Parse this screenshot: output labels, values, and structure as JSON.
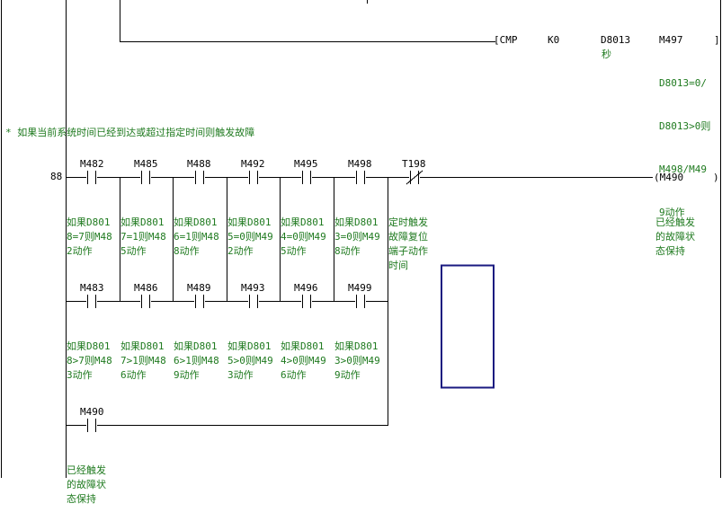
{
  "colors": {
    "background": "#ffffff",
    "wire": "#000000",
    "comment": "#1f7a1f",
    "selection": "#1a1a80"
  },
  "rung1": {
    "instruction": "[CMP",
    "op1": "K0",
    "op2": "D8013",
    "op2_comment": "秒",
    "op3": "M497",
    "op3_comment": [
      "D8013=0/",
      "D8013>0则",
      "M498/M49",
      "9动作"
    ],
    "close_bracket": "]"
  },
  "rung2": {
    "statement": "* 如果当前系统时间已经到达或超过指定时间则触发故障",
    "step": "88",
    "row1": [
      {
        "device": "M482",
        "comment": [
          "如果D801",
          "8=7则M48",
          "2动作"
        ]
      },
      {
        "device": "M485",
        "comment": [
          "如果D801",
          "7=1则M48",
          "5动作"
        ]
      },
      {
        "device": "M488",
        "comment": [
          "如果D801",
          "6=1则M48",
          "8动作"
        ]
      },
      {
        "device": "M492",
        "comment": [
          "如果D801",
          "5=0则M49",
          "2动作"
        ]
      },
      {
        "device": "M495",
        "comment": [
          "如果D801",
          "4=0则M49",
          "5动作"
        ]
      },
      {
        "device": "M498",
        "comment": [
          "如果D801",
          "3=0则M49",
          "8动作"
        ]
      }
    ],
    "row2": [
      {
        "device": "M483",
        "comment": [
          "如果D801",
          "8>7则M48",
          "3动作"
        ]
      },
      {
        "device": "M486",
        "comment": [
          "如果D801",
          "7>1则M48",
          "6动作"
        ]
      },
      {
        "device": "M489",
        "comment": [
          "如果D801",
          "6>1则M48",
          "9动作"
        ]
      },
      {
        "device": "M493",
        "comment": [
          "如果D801",
          "5>0则M49",
          "3动作"
        ]
      },
      {
        "device": "M496",
        "comment": [
          "如果D801",
          "4>0则M49",
          "6动作"
        ]
      },
      {
        "device": "M499",
        "comment": [
          "如果D801",
          "3>0则M49",
          "9动作"
        ]
      }
    ],
    "timer": {
      "device": "T198",
      "comment": [
        "定时触发",
        "故障复位",
        "端子动作",
        "时间"
      ]
    },
    "coil": {
      "device": "(M490",
      "close": ")",
      "comment": [
        "已经触发",
        "的故障状",
        "态保持"
      ]
    },
    "hold": {
      "device": "M490",
      "comment": [
        "已经触发",
        "的故障状",
        "态保持"
      ]
    }
  }
}
